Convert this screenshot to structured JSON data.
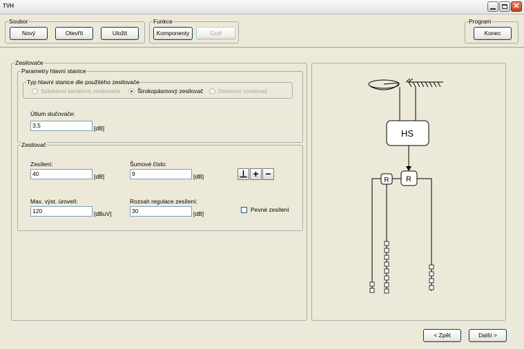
{
  "window": {
    "title": "TVH"
  },
  "toolbar": {
    "soubor": {
      "legend": "Soubor",
      "buttons": [
        "Nový",
        "Otevřít",
        "Uložit"
      ]
    },
    "funkce": {
      "legend": "Funkce",
      "buttons": [
        "Komponenty",
        "Graf"
      ]
    },
    "program": {
      "legend": "Program",
      "buttons": [
        "Konec"
      ]
    }
  },
  "main": {
    "zesilovace_legend": "Zesilovače",
    "parametry": {
      "legend": "Parametry hlavní stanice",
      "typ_legend": "Typ hlavní stanice dle použitého zesilovače",
      "radios": [
        {
          "label": "Selektivní kanálové zesilovače",
          "checked": false,
          "enabled": false
        },
        {
          "label": "Širokopásmový zesilovač",
          "checked": true,
          "enabled": true
        },
        {
          "label": "Domovní zesilovač",
          "checked": false,
          "enabled": false
        }
      ],
      "utlum_label": "Útlum slučovače:",
      "utlum_value": "3,5",
      "utlum_unit": "[dB]"
    },
    "zesilovac": {
      "legend": "Zesilovač",
      "zesileni_label": "Zesílení:",
      "zesileni_value": "40",
      "zesileni_unit": "[dB]",
      "sumove_label": "Šumové číslo:",
      "sumove_value": "9",
      "sumove_unit": "[dB]",
      "max_label": "Max. výst. úroveň:",
      "max_value": "120",
      "max_unit": "[dBuV]",
      "rozsah_label": "Rozsah regulace zesílení:",
      "rozsah_value": "30",
      "rozsah_unit": "[dB]",
      "pevne_label": "Pevné zesílení",
      "pevne_checked": false,
      "icon_buttons": [
        "⊥",
        "+",
        "−"
      ]
    },
    "diagram": {
      "hs_label": "HS",
      "r_label": "R"
    }
  },
  "nav": {
    "back": "< Zpět",
    "next": "Další >"
  }
}
